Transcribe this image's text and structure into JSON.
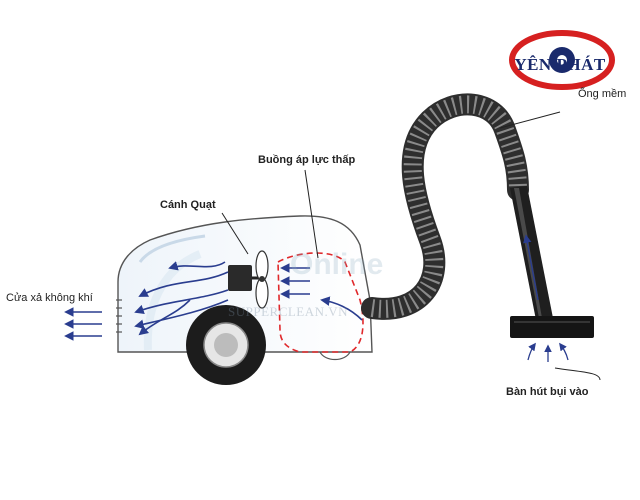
{
  "labels": {
    "ong_mem": "Ống mềm",
    "buong_ap_luc_thap": "Buồng áp lực thấp",
    "canh_quat": "Cánh Quạt",
    "cua_xa_khong_khi": "Cửa xả không khí",
    "ban_hut_bui_vao": "Bàn hút bụi vào"
  },
  "logo": {
    "text": "YÊN PHÁT"
  },
  "watermark": {
    "text": "SUPPERCLEAN.VN",
    "faint": "Online"
  },
  "colors": {
    "arrow": "#2a3d8f",
    "dashed": "#e0282b",
    "hose": "#3a3a3a",
    "body_outline": "#555555",
    "logo_ring": "#d62020",
    "logo_text": "#1a2a6c"
  },
  "icons": [
    "logo-eye-icon",
    "vacuum-body",
    "hose",
    "fan",
    "wheel",
    "nozzle"
  ]
}
